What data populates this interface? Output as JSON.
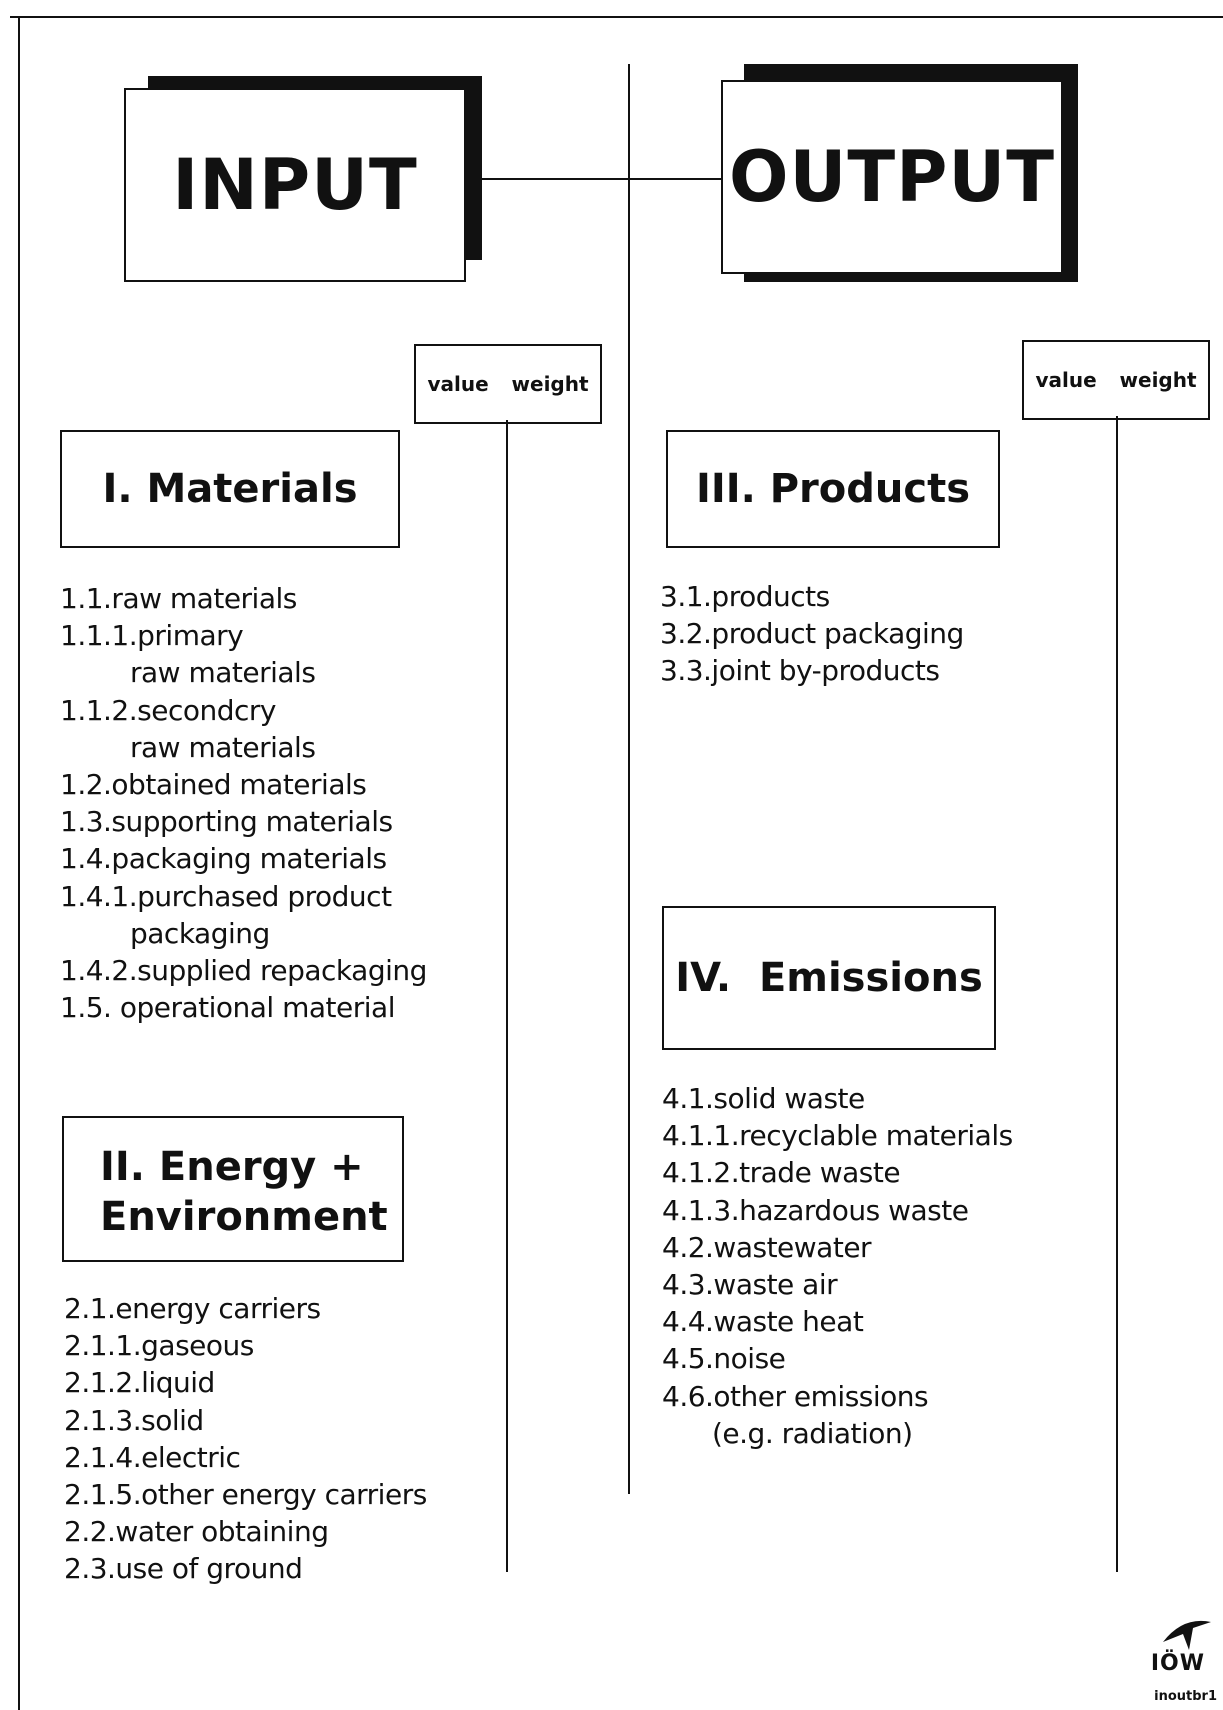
{
  "input_label": "INPUT",
  "output_label": "OUTPUT",
  "left_columns": {
    "value": "value",
    "weight": "weight"
  },
  "right_columns": {
    "value": "value",
    "weight": "weight"
  },
  "materials": {
    "title": "I. Materials",
    "items": [
      {
        "text": "1.1.raw materials",
        "indent": false
      },
      {
        "text": "1.1.1.primary",
        "indent": false
      },
      {
        "text": "raw materials",
        "indent": true
      },
      {
        "text": "1.1.2.secondcry",
        "indent": false
      },
      {
        "text": "raw materials",
        "indent": true
      },
      {
        "text": "1.2.obtained materials",
        "indent": false
      },
      {
        "text": "1.3.supporting materials",
        "indent": false
      },
      {
        "text": "1.4.packaging materials",
        "indent": false
      },
      {
        "text": "1.4.1.purchased product",
        "indent": false
      },
      {
        "text": "packaging",
        "indent": true
      },
      {
        "text": "1.4.2.supplied repackaging",
        "indent": false
      },
      {
        "text": "1.5. operational material",
        "indent": false
      }
    ]
  },
  "energy": {
    "title_line1": "II. Energy +",
    "title_line2": "Environment",
    "items": [
      {
        "text": "2.1.energy carriers",
        "indent": false
      },
      {
        "text": "2.1.1.gaseous",
        "indent": false
      },
      {
        "text": "2.1.2.liquid",
        "indent": false
      },
      {
        "text": "2.1.3.solid",
        "indent": false
      },
      {
        "text": "2.1.4.electric",
        "indent": false
      },
      {
        "text": "2.1.5.other energy carriers",
        "indent": false
      },
      {
        "text": "2.2.water obtaining",
        "indent": false
      },
      {
        "text": "2.3.use of ground",
        "indent": false
      }
    ]
  },
  "products": {
    "title": "III. Products",
    "items": [
      {
        "text": "3.1.products",
        "indent": false
      },
      {
        "text": "3.2.product packaging",
        "indent": false
      },
      {
        "text": "3.3.joint by-products",
        "indent": false
      }
    ]
  },
  "emissions": {
    "title": "IV.  Emissions",
    "items": [
      {
        "text": "4.1.solid waste",
        "indent": false
      },
      {
        "text": "4.1.1.recyclable materials",
        "indent": false
      },
      {
        "text": "4.1.2.trade waste",
        "indent": false
      },
      {
        "text": "4.1.3.hazardous waste",
        "indent": false
      },
      {
        "text": "4.2.wastewater",
        "indent": false
      },
      {
        "text": "4.3.waste air",
        "indent": false
      },
      {
        "text": "4.4.waste heat",
        "indent": false
      },
      {
        "text": "4.5.noise",
        "indent": false
      },
      {
        "text": "4.6.other emissions",
        "indent": false
      },
      {
        "text": "(e.g. radiation)",
        "indent": true
      }
    ]
  },
  "logo": {
    "text": "IÖW",
    "code": "inoutbr1"
  }
}
